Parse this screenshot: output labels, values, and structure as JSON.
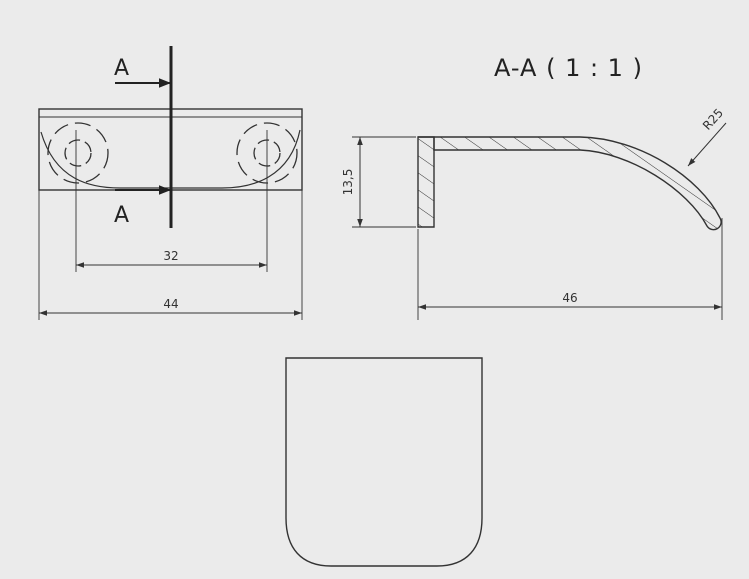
{
  "title": "A-A ( 1 : 1 )",
  "section_labels": {
    "top": "A",
    "bottom": "A"
  },
  "dimensions": {
    "hole_spacing": "32",
    "overall_length": "44",
    "height": "13,5",
    "section_length": "46",
    "radius": "R25"
  },
  "colors": {
    "background": "#ebebeb",
    "line": "#333333"
  }
}
